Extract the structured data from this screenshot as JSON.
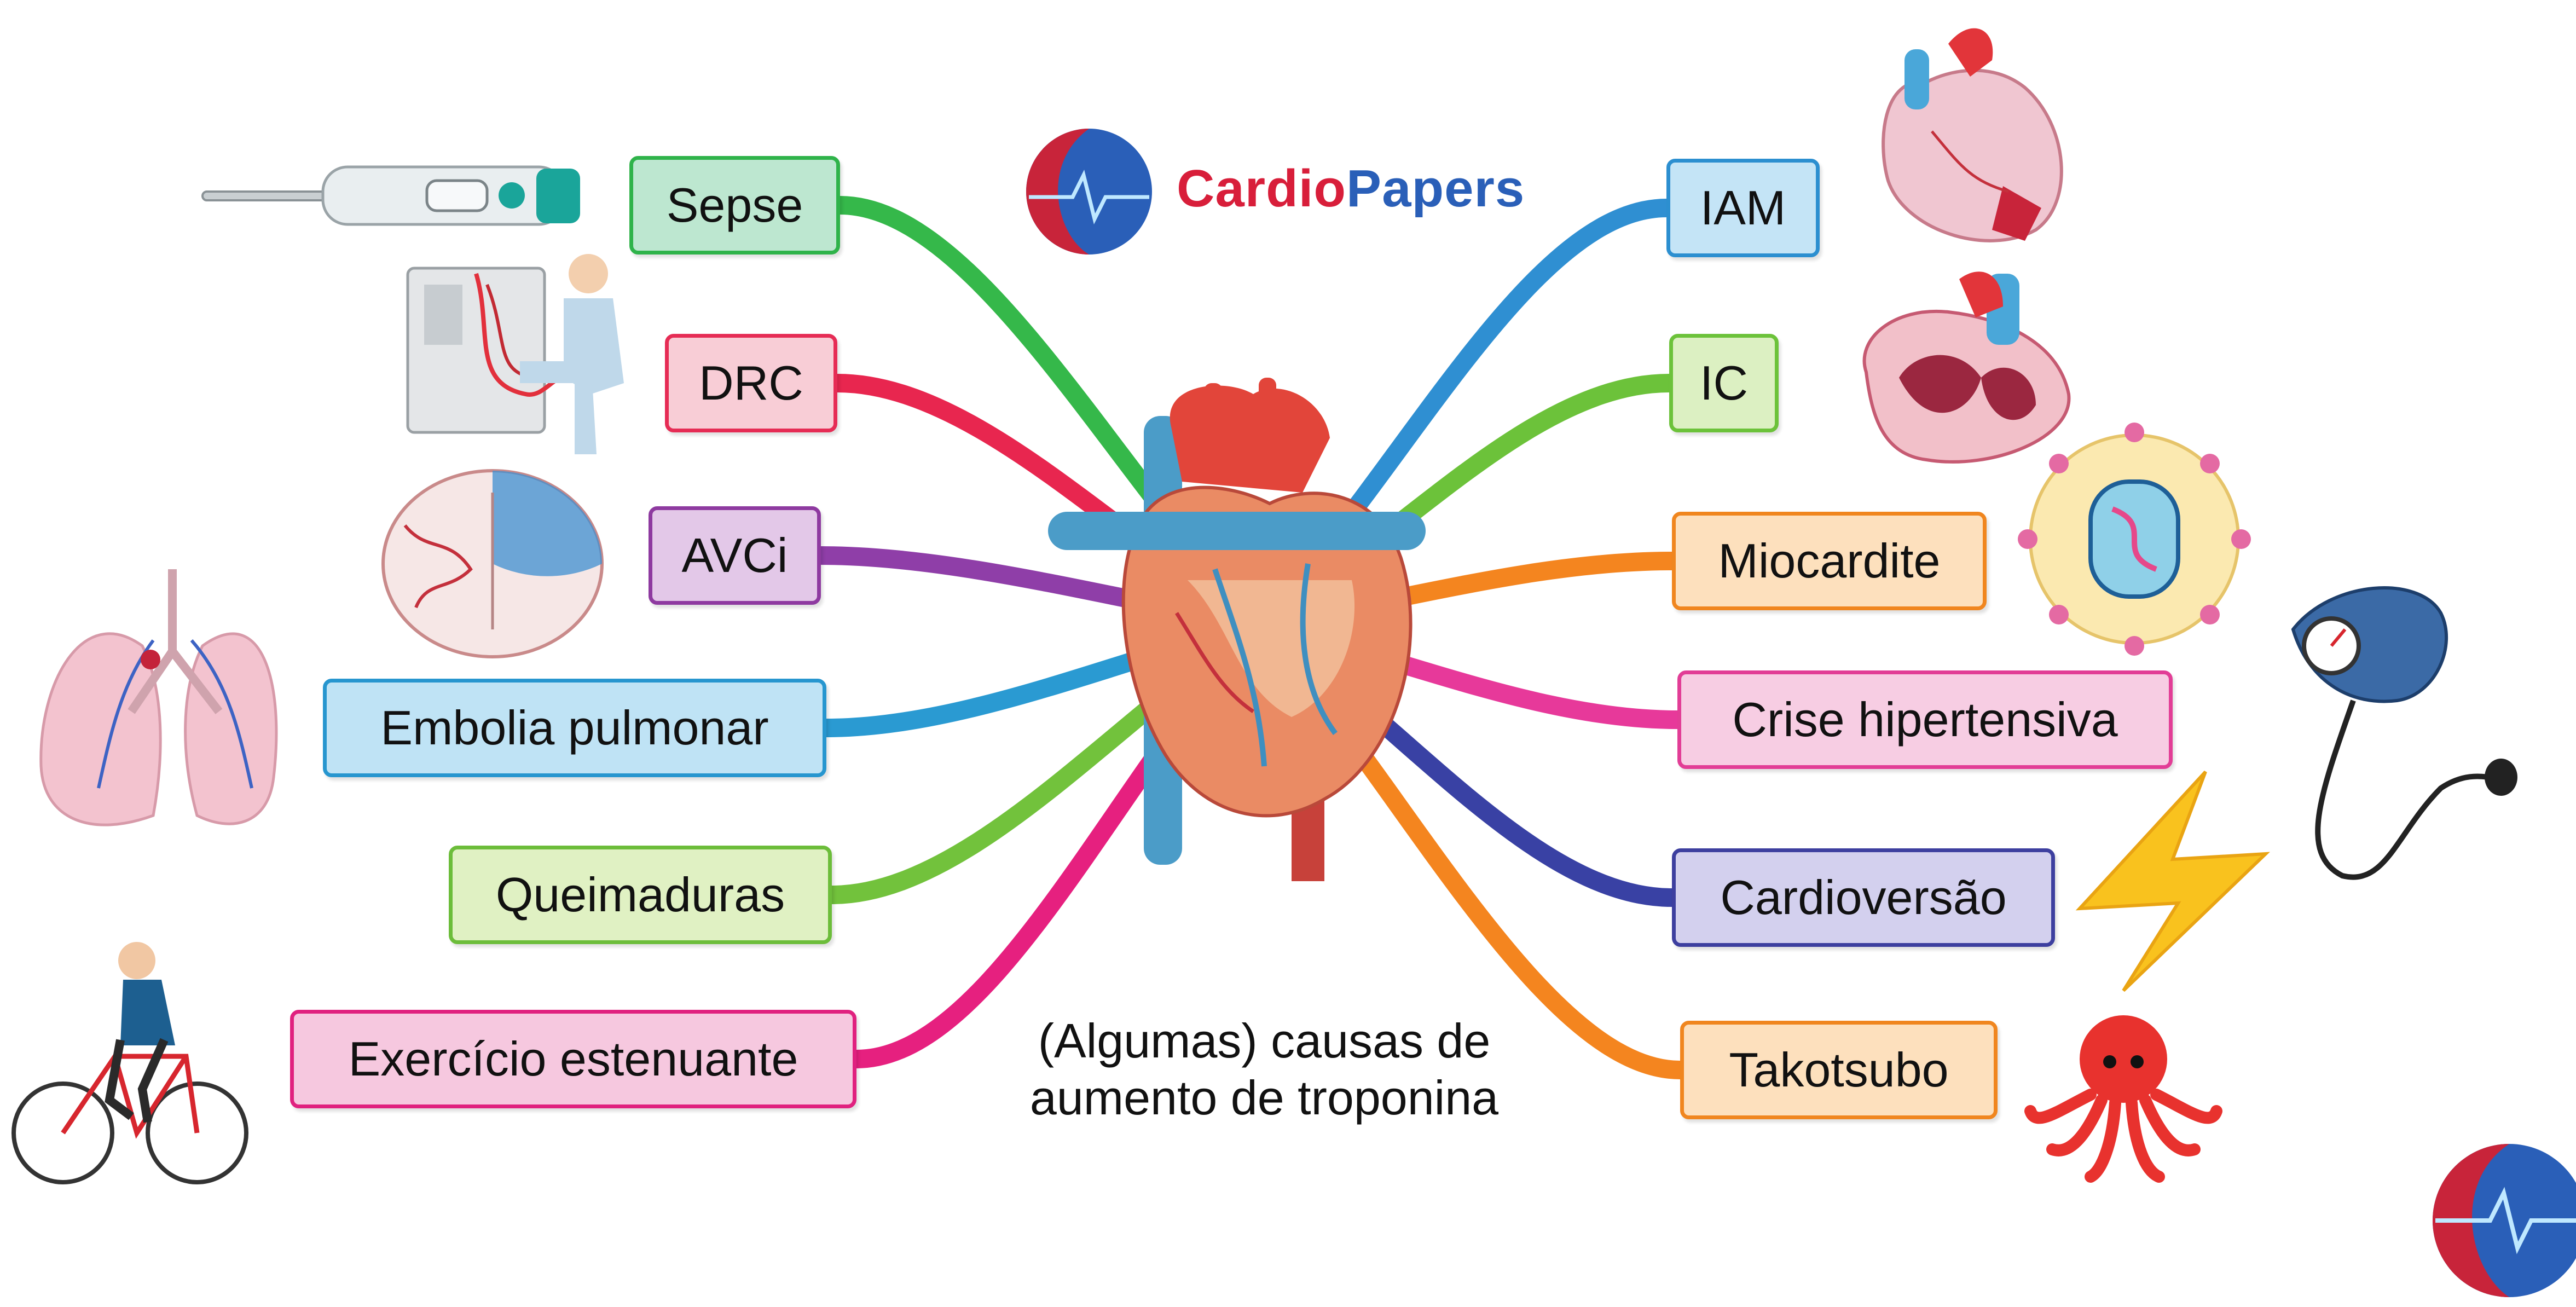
{
  "brand": {
    "part1": "Cardio",
    "part2": "Papers",
    "color1": "#d81e3a",
    "color2": "#2a5fb8"
  },
  "caption": {
    "line1": "(Algumas) causas de",
    "line2": "aumento de troponina"
  },
  "left_causes": [
    {
      "label": "Sepse",
      "fill": "#bde7d0",
      "stroke": "#2fb34a",
      "branch": "#35b84a",
      "icon": "thermometer-icon"
    },
    {
      "label": "DRC",
      "fill": "#f8cdd6",
      "stroke": "#e62c55",
      "branch": "#e8264f",
      "icon": "dialysis-icon"
    },
    {
      "label": "AVCi",
      "fill": "#e3c8e8",
      "stroke": "#8e3aa0",
      "branch": "#8f3ea8",
      "icon": "brain-icon"
    },
    {
      "label": "Embolia pulmonar",
      "fill": "#bfe3f5",
      "stroke": "#2796cf",
      "branch": "#2a9ad2",
      "icon": "lungs-icon"
    },
    {
      "label": "Queimaduras",
      "fill": "#e0f1c3",
      "stroke": "#6cbd3a",
      "branch": "#72c23c",
      "icon": ""
    },
    {
      "label": "Exercício estenuante",
      "fill": "#f6c8df",
      "stroke": "#e0217f",
      "branch": "#e6207f",
      "icon": "cyclist-icon"
    }
  ],
  "right_causes": [
    {
      "label": "IAM",
      "fill": "#c4e4f6",
      "stroke": "#2c8fd0",
      "branch": "#2f8fd2",
      "icon": "heart-infarct-icon"
    },
    {
      "label": "IC",
      "fill": "#dcf0c2",
      "stroke": "#6cc23a",
      "branch": "#6cc23a",
      "icon": "heart-section-icon"
    },
    {
      "label": "Miocardite",
      "fill": "#fde0bd",
      "stroke": "#f0861f",
      "branch": "#f4851f",
      "icon": "virus-icon"
    },
    {
      "label": "Crise hipertensiva",
      "fill": "#f7cde3",
      "stroke": "#e23d96",
      "branch": "#e7399a",
      "icon": "blood-pressure-cuff-icon"
    },
    {
      "label": "Cardioversão",
      "fill": "#d3d0ee",
      "stroke": "#3d3f9f",
      "branch": "#3941a4",
      "icon": "lightning-icon"
    },
    {
      "label": "Takotsubo",
      "fill": "#fde0bd",
      "stroke": "#f0861f",
      "branch": "#f4851f",
      "icon": "octopus-icon"
    }
  ]
}
